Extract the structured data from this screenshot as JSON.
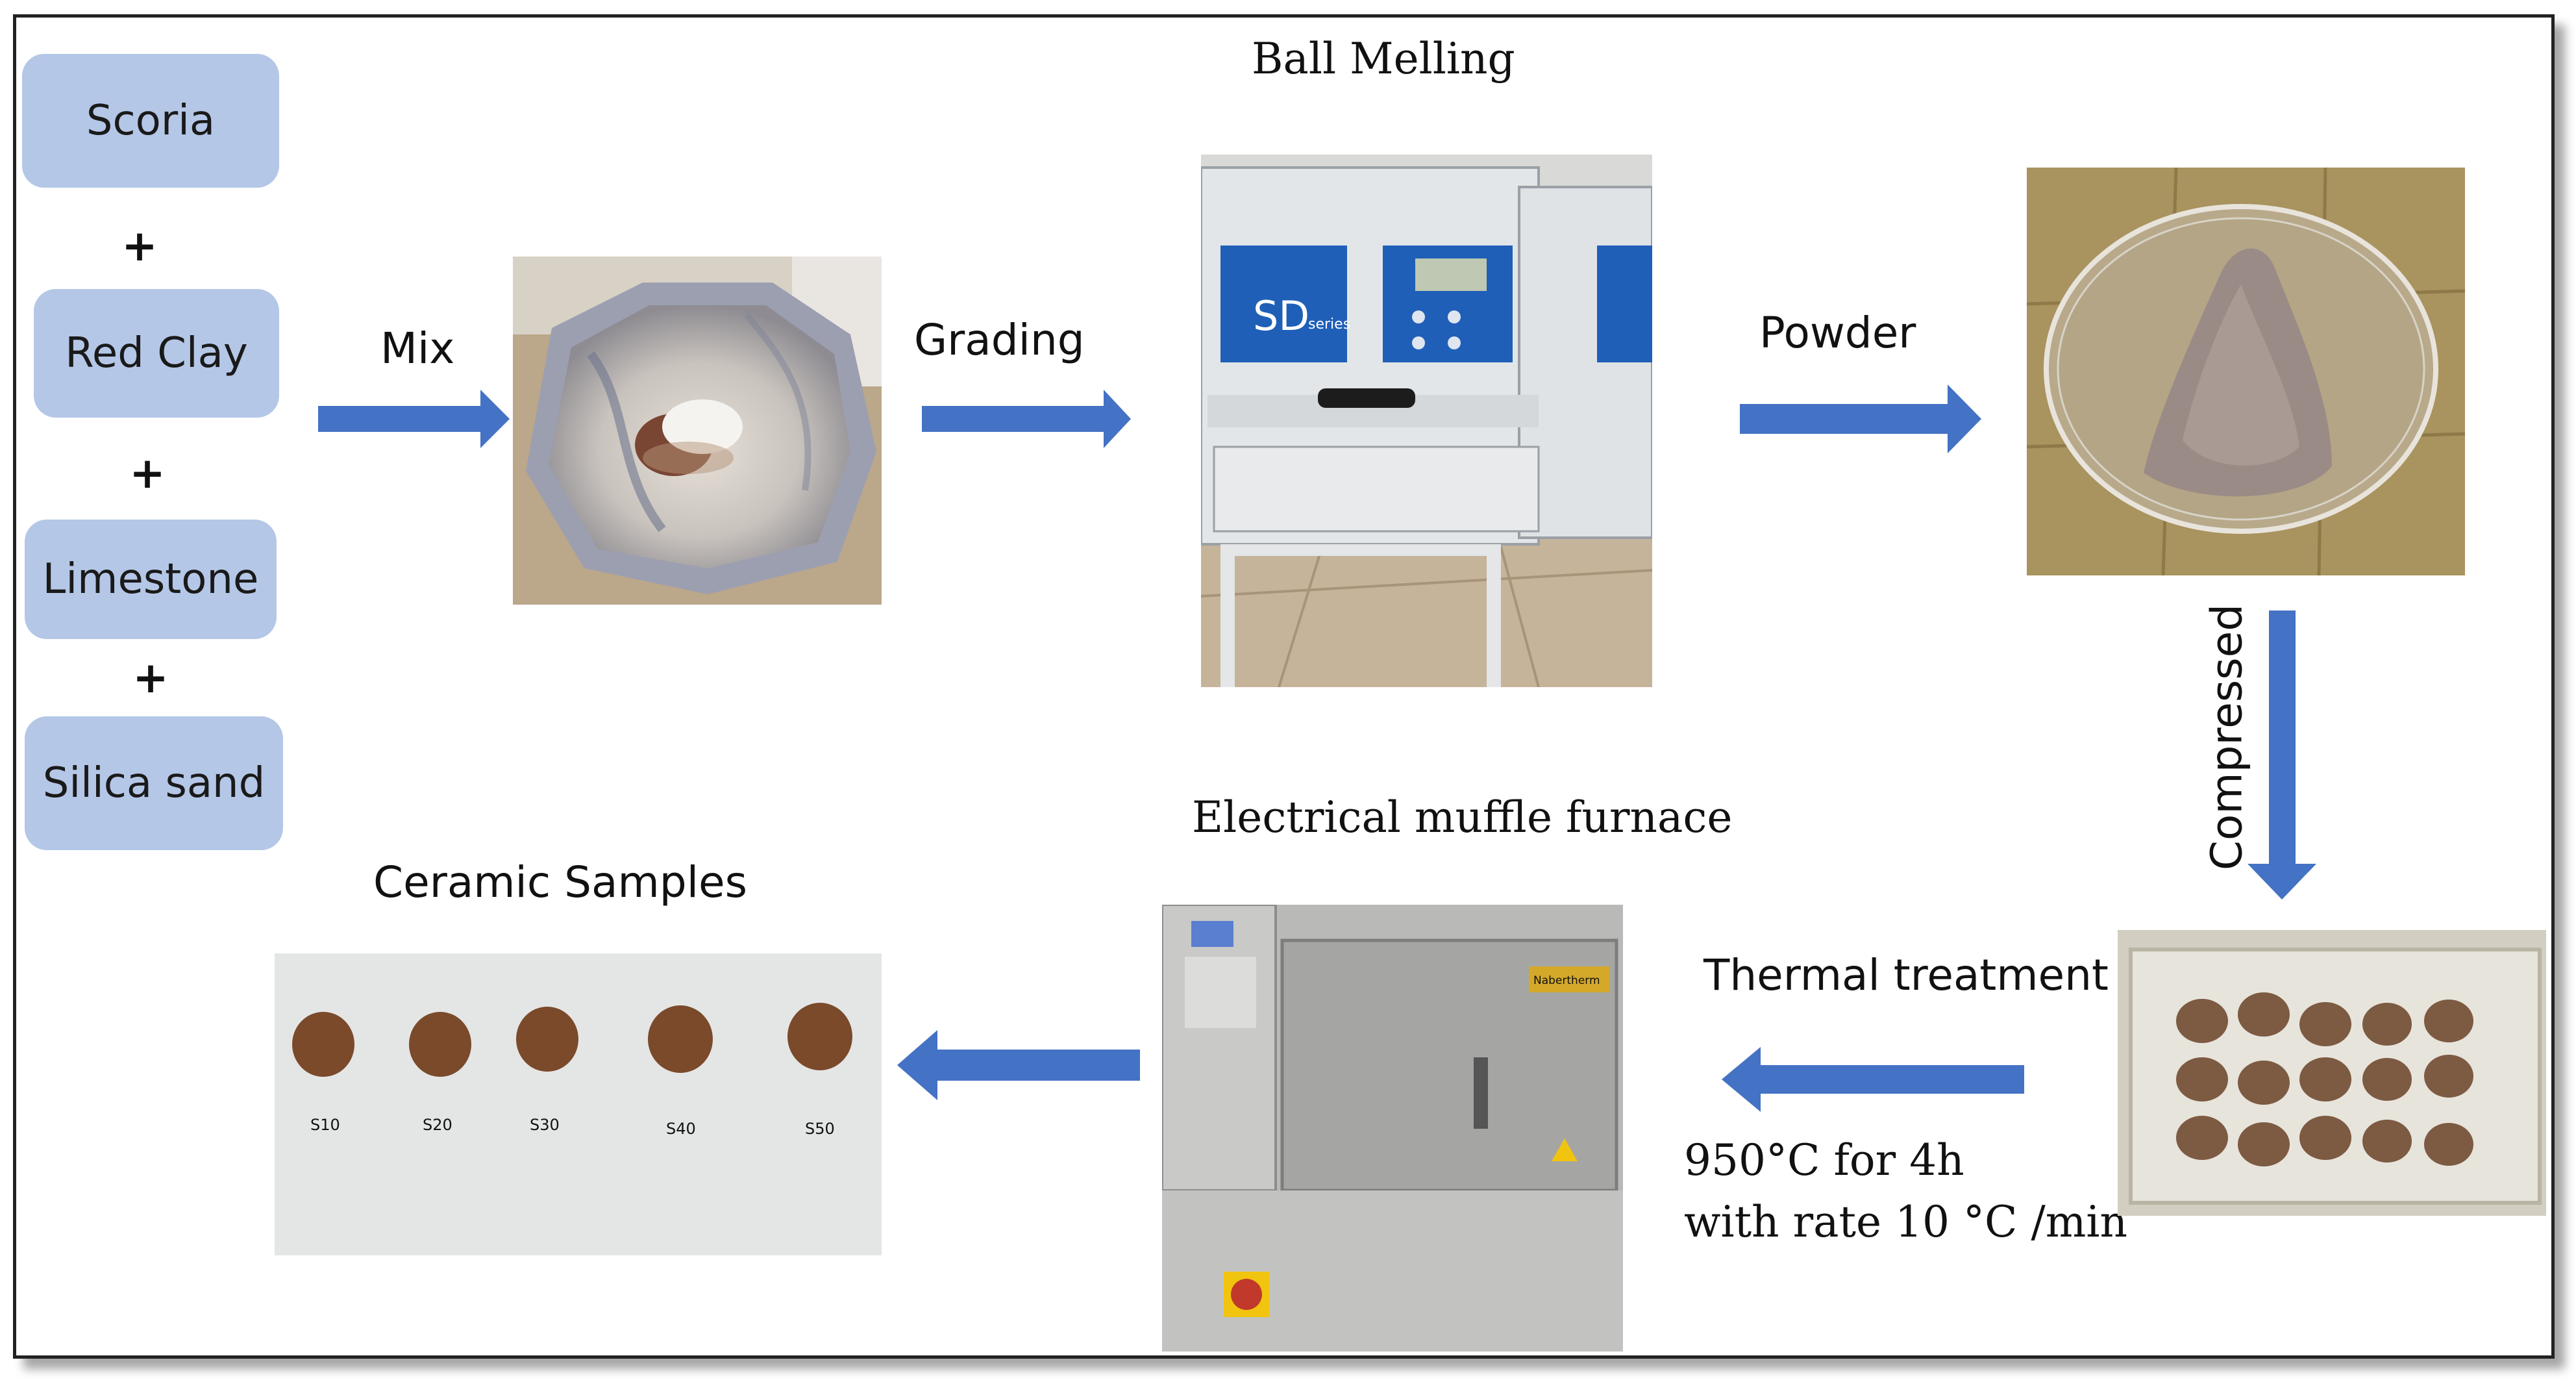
{
  "materials": [
    {
      "label": "Scoria"
    },
    {
      "label": "Red Clay"
    },
    {
      "label": "Limestone"
    },
    {
      "label": "Silica sand"
    }
  ],
  "plus_symbol": "+",
  "steps": {
    "mix": "Mix",
    "grading": "Grading",
    "ball_milling": "Ball Melling",
    "powder": "Powder",
    "compressed": "Compressed",
    "thermal_treatment": "Thermal treatment",
    "furnace": "Electrical muffle furnace",
    "ceramic_samples": "Ceramic Samples"
  },
  "thermal_conditions": {
    "line1": "950°C for 4h",
    "line2": "with rate 10 °C /min"
  },
  "ball_mill_badge": "SD",
  "ball_mill_badge_sub": "series",
  "furnace_brand": "Nabertherm",
  "sample_labels": [
    "S10",
    "S20",
    "S30",
    "S40",
    "S50"
  ],
  "colors": {
    "material_box": "#b4c7e7",
    "arrow": "#4472c4"
  }
}
